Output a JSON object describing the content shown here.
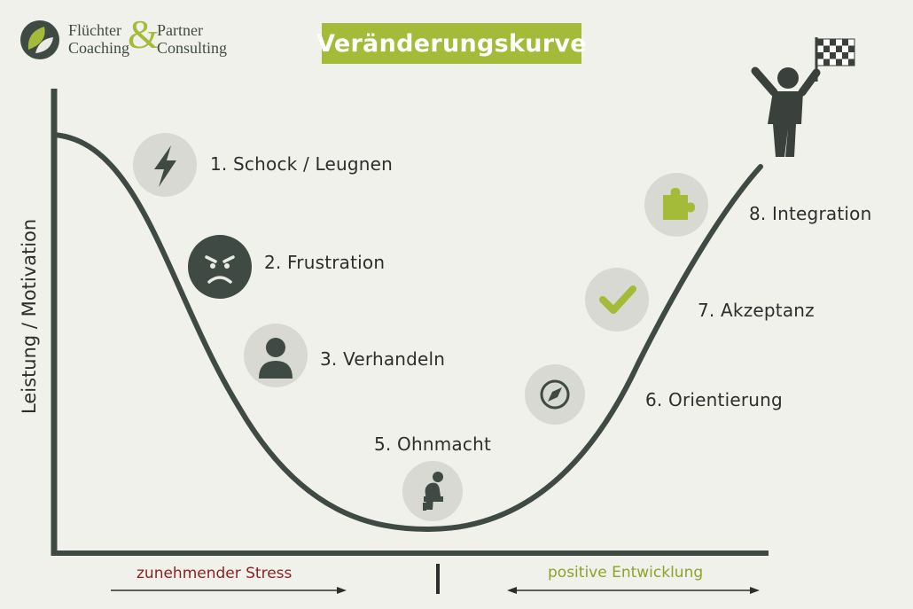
{
  "title": "Veränderungskurve",
  "logo": {
    "line1": "Flüchter",
    "line2": "Coaching",
    "amp": "&",
    "partner": "Partner",
    "consulting": "Consulting"
  },
  "axis": {
    "y_label": "Leistung / Motivation"
  },
  "stages": [
    {
      "label": "1. Schock / Leugnen",
      "icon": "lightning-icon"
    },
    {
      "label": "2. Frustration",
      "icon": "angry-face-icon"
    },
    {
      "label": "3. Verhandeln",
      "icon": "person-icon"
    },
    {
      "label": "5. Ohnmacht",
      "icon": "sitting-person-icon"
    },
    {
      "label": "6. Orientierung",
      "icon": "compass-icon"
    },
    {
      "label": "7. Akzeptanz",
      "icon": "checkmark-icon"
    },
    {
      "label": "8. Integration",
      "icon": "puzzle-icon"
    }
  ],
  "bottom": {
    "left": "zunehmender Stress",
    "right": "positive Entwicklung"
  },
  "colors": {
    "accent": "#a4bb3a",
    "curve": "#3f4a45",
    "stress": "#8d1f1f",
    "positive": "#8ea229"
  }
}
